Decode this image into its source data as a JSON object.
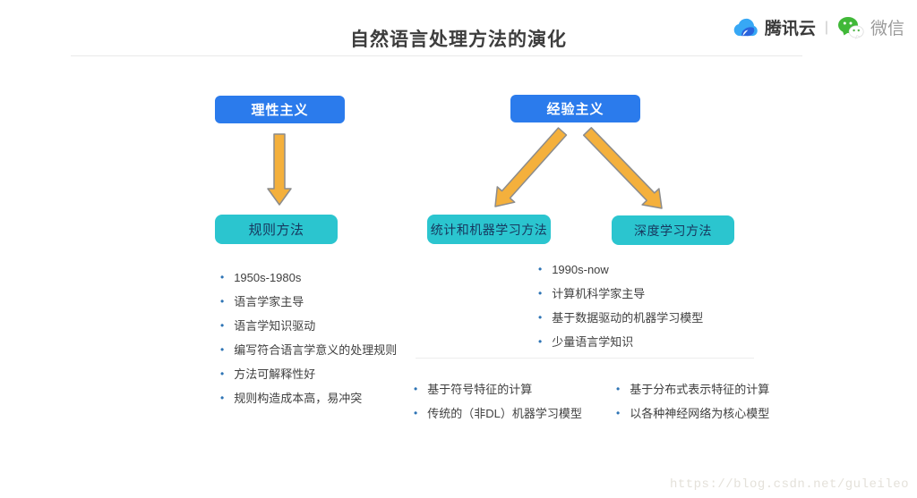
{
  "page": {
    "title": "自然语言处理方法的演化",
    "watermark": "https://blog.csdn.net/guleileo"
  },
  "header": {
    "brand_left": "腾讯云",
    "brand_separator": "|",
    "brand_right": "微信"
  },
  "colors": {
    "root_box_blue": "#2b7bec",
    "method_box_teal": "#2bc5cf",
    "method_box_text": "#17375e",
    "arrow_fill": "#f4b03c",
    "arrow_stroke": "#8c8c8c",
    "bullet_dot": "#2e74b5",
    "body_text": "#3f3f3f"
  },
  "diagram": {
    "top_boxes": [
      {
        "label": "理性主义"
      },
      {
        "label": "经验主义"
      }
    ],
    "method_boxes": [
      {
        "label": "规则方法"
      },
      {
        "label": "统计和机器学习方法"
      },
      {
        "label": "深度学习方法"
      }
    ],
    "lists": {
      "rule": [
        "1950s-1980s",
        "语言学家主导",
        "语言学知识驱动",
        "编写符合语言学意义的处理规则",
        "方法可解释性好",
        "规则构造成本高，易冲突"
      ],
      "empirical": [
        "1990s-now",
        "计算机科学家主导",
        "基于数据驱动的机器学习模型",
        "少量语言学知识"
      ],
      "statistical": [
        "基于符号特征的计算",
        "传统的（非DL）机器学习模型"
      ],
      "deep": [
        "基于分布式表示特征的计算",
        "以各种神经网络为核心模型"
      ]
    }
  }
}
